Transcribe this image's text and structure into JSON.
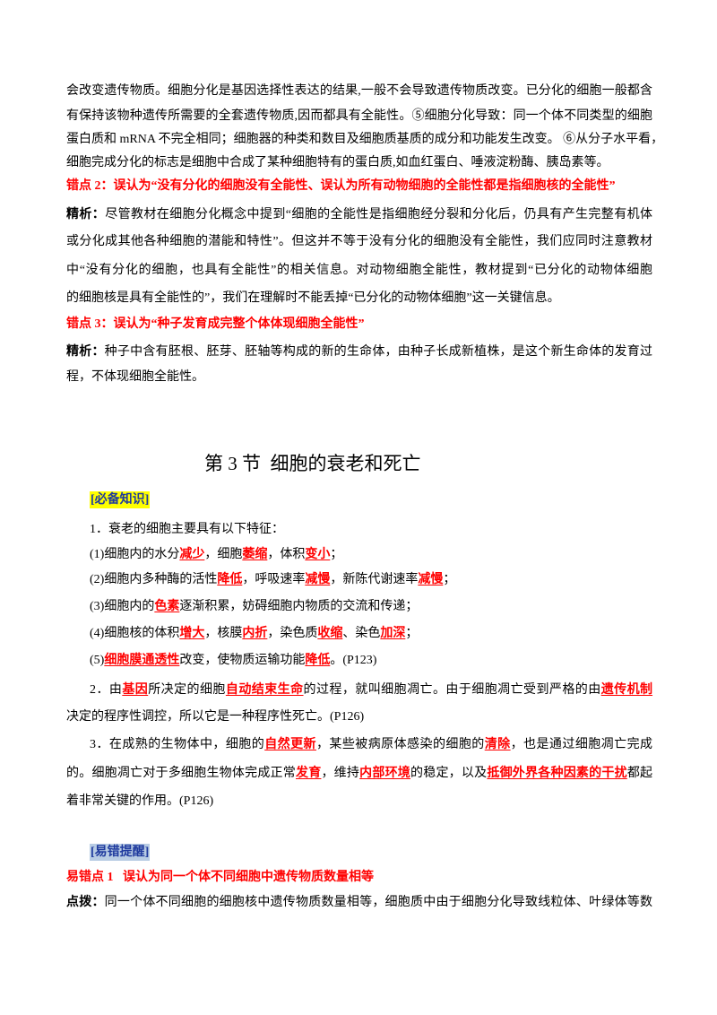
{
  "continuation": {
    "lines": [
      "会改变遗传物质。细胞分化是基因选择性表达的结果,一般不会导致遗传物质改变。已分化的细胞一般都含",
      "有保持该物种遗传所需要的全套遗传物质,因而都具有全能性。⑤细胞分化导致：同一个体不同类型的细胞",
      "蛋白质和 mRNA 不完全相同；细胞器的种类和数目及细胞质基质的成分和功能发生改变。 ⑥从分子水平看，",
      "细胞完成分化的标志是细胞中合成了某种细胞特有的蛋白质,如血红蛋白、唾液淀粉酶、胰岛素等。"
    ]
  },
  "error_point_2": {
    "title": "错点 2：误认为“没有分化的细胞没有全能性、误认为所有动物细胞的全能性都是指细胞核的全能性”",
    "analysis_label": "精析：",
    "analysis_lines": [
      "尽管教材在细胞分化概念中提到“细胞的全能性是指细胞经分裂和分化后，仍具有产生完整有机体",
      "或分化成其他各种细胞的潜能和特性”。但这并不等于没有分化的细胞没有全能性，我们应同时注意教材",
      "中“没有分化的细胞，也具有全能性”的相关信息。对动物细胞全能性，教材提到“已分化的动物体细胞",
      "的细胞核是具有全能性的”，我们在理解时不能丢掉“已分化的动物体细胞”这一关键信息。"
    ]
  },
  "error_point_3": {
    "title": "错点 3：误认为“种子发育成完整个体体现细胞全能性”",
    "analysis_label": "精析：",
    "analysis_lines": [
      "种子中含有胚根、胚芽、胚轴等构成的新的生命体，由种子长成新植株，是这个新生命体的发育过",
      "程，不体现细胞全能性。"
    ]
  },
  "section_title": "第 3 节  细胞的衰老和死亡",
  "required_knowledge": {
    "label": "[必备知识]",
    "intro": "1．衰老的细胞主要具有以下特征：",
    "features": [
      [
        "(1)细胞内的水分",
        "减少",
        "，细胞",
        "萎缩",
        "，体积",
        "变小",
        "；"
      ],
      [
        "(2)细胞内多种酶的活性",
        "降低",
        "，呼吸速率",
        "减慢",
        "，新陈代谢速率",
        "减慢",
        "；"
      ],
      [
        "(3)细胞内的",
        "色素",
        "逐渐积累，妨碍细胞内物质的交流和传递；"
      ],
      [
        "(4)细胞核的体积",
        "增大",
        "，核膜",
        "内折",
        "，染色质",
        "收缩",
        "、染色",
        "加深",
        "；"
      ],
      [
        "(5)",
        "细胞膜通透性",
        "改变，使物质运输功能",
        "降低",
        "。(P123)"
      ]
    ],
    "item2": {
      "line1": [
        "2．由",
        "基因",
        "所决定的细胞",
        "自动结束生命",
        "的过程，就叫细胞凋亡。由于细胞凋亡受到严格的由",
        "遗传机制"
      ],
      "line2": "决定的程序性调控，所以它是一种程序性死亡。(P126)"
    },
    "item3": {
      "line1": [
        "3．在成熟的生物体中，细胞的",
        "自然更新",
        "，某些被病原体感染的细胞的",
        "清除",
        "，也是通过细胞凋亡完成"
      ],
      "line2": [
        "的。细胞凋亡对于多细胞生物体完成正常",
        "发育",
        "，维持",
        "内部环境",
        "的稳定，以及",
        "抵御外界各种因素的干扰",
        "都起"
      ],
      "line3": "着非常关键的作用。(P126)"
    }
  },
  "easy_errors": {
    "label": "[易错提醒]",
    "point1_title": "易错点 1   误认为同一个体不同细胞中遗传物质数量相等",
    "hint_label": "点拨：",
    "hint_text": "同一个体不同细胞的细胞核中遗传物质数量相等，细胞质中由于细胞分化导致线粒体、叶绿体等数"
  },
  "colors": {
    "key_term_red": "#ff0000",
    "knowledge_tag_bg": "#ffff00",
    "error_tag_bg": "#b8cce4",
    "tag_text": "#1f3a9e"
  }
}
